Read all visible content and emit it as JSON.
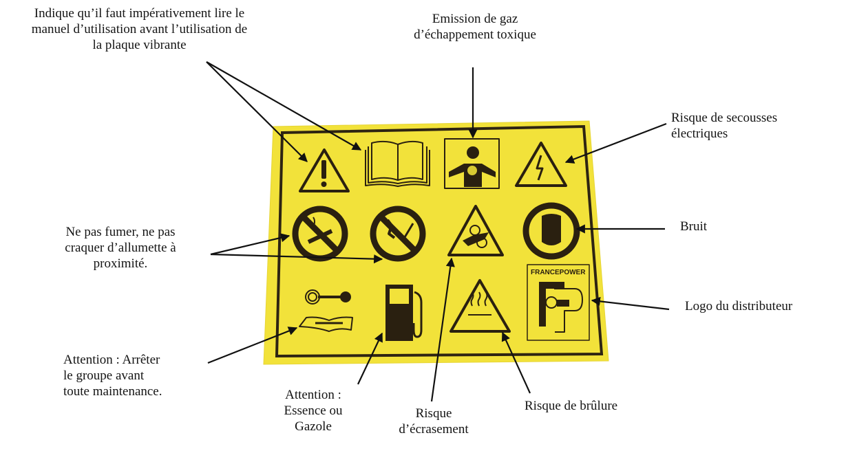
{
  "diagram": {
    "subject": "Plaque de signalisation de sécurité - plaque vibrante",
    "sign": {
      "background_color": "#f2e23a",
      "border_color": "#2e2412",
      "ink_color": "#2a2010",
      "logo_text": "FRANCEPOWER",
      "icons": [
        {
          "id": "warning-triangle",
          "row": 1,
          "col": 1
        },
        {
          "id": "manual-book",
          "row": 1,
          "col": 2
        },
        {
          "id": "toxic-gas",
          "row": 1,
          "col": 3
        },
        {
          "id": "electric-shock",
          "row": 1,
          "col": 4
        },
        {
          "id": "no-smoking",
          "row": 2,
          "col": 1
        },
        {
          "id": "no-open-flame",
          "row": 2,
          "col": 2
        },
        {
          "id": "crush-hazard",
          "row": 2,
          "col": 3
        },
        {
          "id": "ear-protection",
          "row": 2,
          "col": 4
        },
        {
          "id": "key-and-maintenance-book",
          "row": 3,
          "col": 1
        },
        {
          "id": "fuel-pump",
          "row": 3,
          "col": 2
        },
        {
          "id": "hot-surface",
          "row": 3,
          "col": 3
        },
        {
          "id": "distributor-logo",
          "row": 3,
          "col": 4
        }
      ]
    },
    "labels": {
      "read_manual": "Indique qu’il faut impérativement lire le\nmanuel d’utilisation avant l’utilisation de\nla plaque vibrante",
      "toxic_gas": "Emission de gaz\nd’échappement toxique",
      "electric_shock": "Risque de secousses\nélectriques",
      "no_smoking": "Ne pas fumer, ne pas\ncraquer d’allumette à\nproximité.",
      "noise": "Bruit",
      "distributor_logo": "Logo du distributeur",
      "stop_before_maintenance": "Attention : Arrêter\nle groupe avant\ntoute maintenance.",
      "fuel": "Attention :\nEssence ou\nGazole",
      "crush": "Risque\nd’écrasement",
      "burn": "Risque de brûlure"
    }
  }
}
